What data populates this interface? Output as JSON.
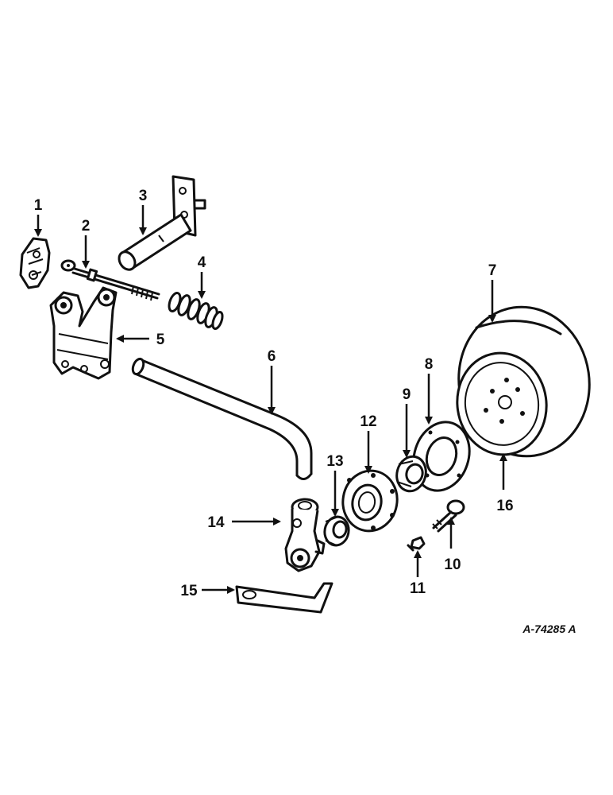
{
  "callouts": {
    "c1": "1",
    "c2": "2",
    "c3": "3",
    "c4": "4",
    "c5": "5",
    "c6": "6",
    "c7": "7",
    "c8": "8",
    "c9": "9",
    "c10": "10",
    "c11": "11",
    "c12": "12",
    "c13": "13",
    "c14": "14",
    "c15": "15",
    "c16": "16"
  },
  "reference": "A-74285 A"
}
